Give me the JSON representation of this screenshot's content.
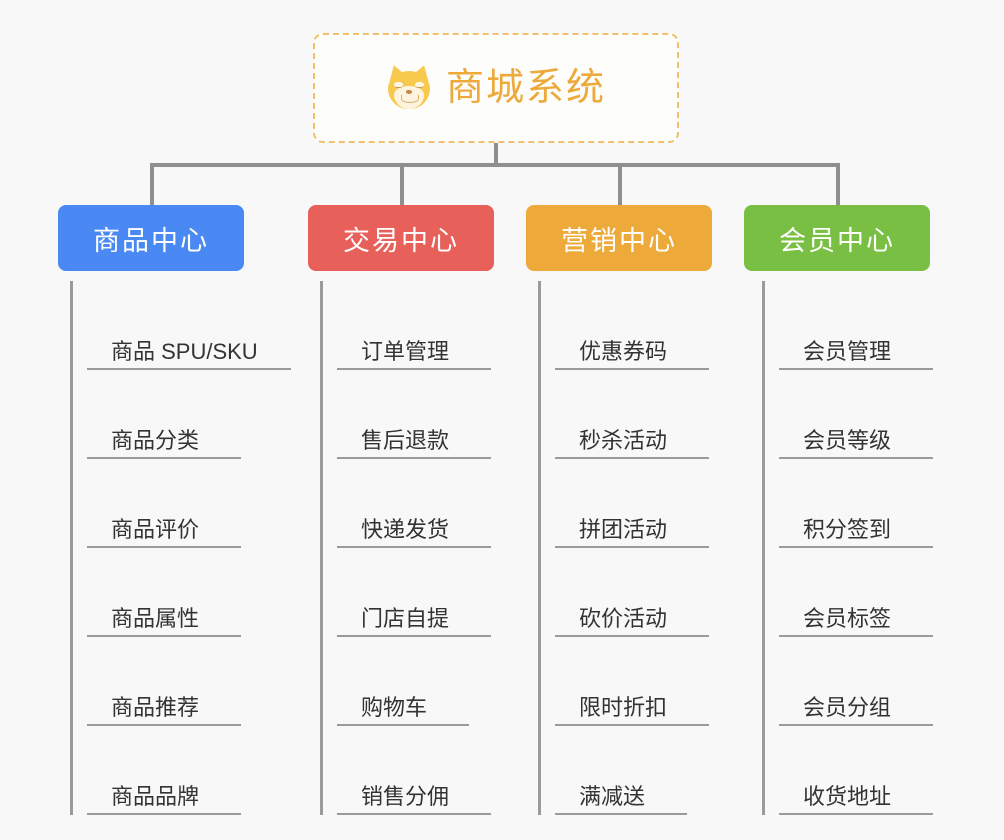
{
  "diagram": {
    "type": "mind-map",
    "background_color": "#f8f8f8",
    "root": {
      "title": "商城系统",
      "icon": "shiba-dog-face-icon",
      "text_color": "#eda93a",
      "border_color": "#f2c06a",
      "border_style": "dashed"
    },
    "connector_color": "#8f8f8f",
    "categories": [
      {
        "label": "商品中心",
        "color": "#4a89f3",
        "items": [
          "商品 SPU/SKU",
          "商品分类",
          "商品评价",
          "商品属性",
          "商品推荐",
          "商品品牌"
        ]
      },
      {
        "label": "交易中心",
        "color": "#e8605a",
        "items": [
          "订单管理",
          "售后退款",
          "快递发货",
          "门店自提",
          "购物车",
          "销售分佣"
        ]
      },
      {
        "label": "营销中心",
        "color": "#eda93a",
        "items": [
          "优惠券码",
          "秒杀活动",
          "拼团活动",
          "砍价活动",
          "限时折扣",
          "满减送"
        ]
      },
      {
        "label": "会员中心",
        "color": "#79bf43",
        "items": [
          "会员管理",
          "会员等级",
          "积分签到",
          "会员标签",
          "会员分组",
          "收货地址"
        ]
      }
    ]
  }
}
